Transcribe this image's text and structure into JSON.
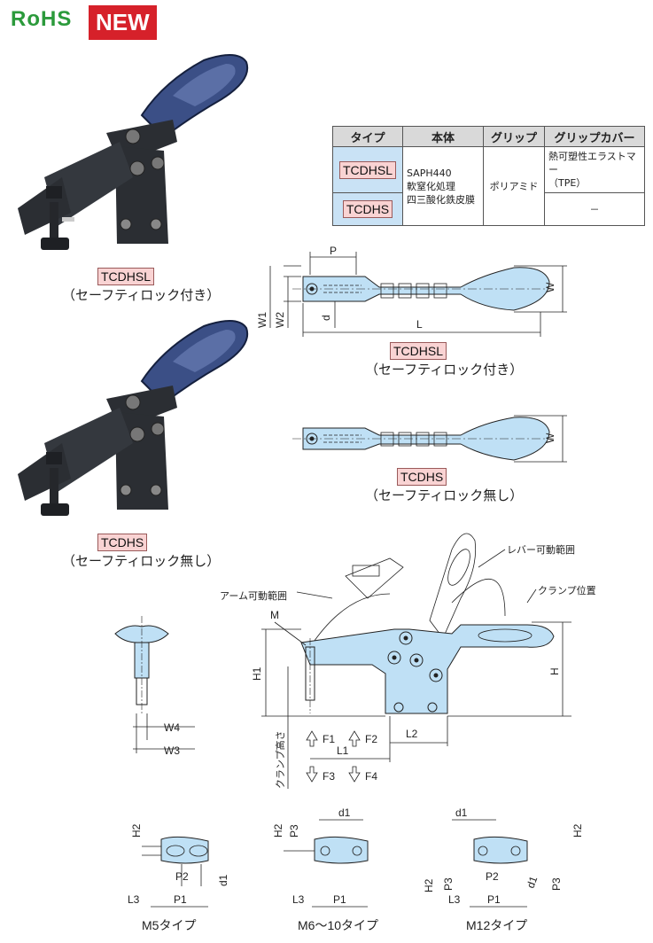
{
  "badges": {
    "rohs": "RoHS",
    "new": "NEW"
  },
  "photos": {
    "top": {
      "code": "TCDHSL",
      "caption": "（セーフティロック付き）"
    },
    "bottom": {
      "code": "TCDHS",
      "caption": "（セーフティロック無し）"
    }
  },
  "table": {
    "headers": [
      "タイプ",
      "本体",
      "グリップ",
      "グリップカバー"
    ],
    "types": [
      "TCDHSL",
      "TCDHS"
    ],
    "body_material": [
      "SAPH440",
      "軟窒化処理",
      "四三酸化鉄皮膜"
    ],
    "grip": "ポリアミド",
    "cover_l": [
      "熱可塑性エラストマー",
      "（TPE）"
    ],
    "cover_s": "－"
  },
  "top_view_l": {
    "code": "TCDHSL",
    "caption": "（セーフティロック付き）",
    "dims": {
      "p": "P",
      "w": "W",
      "w1": "W1",
      "w2": "W2",
      "d": "d",
      "l": "L"
    }
  },
  "top_view_s": {
    "code": "TCDHS",
    "caption": "（セーフティロック無し）",
    "dims": {
      "w": "W"
    }
  },
  "side_view": {
    "lever_range": "レバー可動範囲",
    "clamp_position": "クランプ位置",
    "arm_range": "アーム可動範囲",
    "m": "M",
    "h": "H",
    "h1": "H1",
    "l1": "L1",
    "l2": "L2",
    "f1": "F1",
    "f2": "F2",
    "f3": "F3",
    "f4": "F4",
    "clamp_height": "クランプ高さ"
  },
  "front_view": {
    "w4": "W4",
    "w3": "W3"
  },
  "base_types": [
    {
      "name": "M5タイプ",
      "labels": {
        "h2": "H2",
        "p2": "P2",
        "d1": "d1",
        "l3": "L3",
        "p1": "P1"
      }
    },
    {
      "name": "M6～10タイプ",
      "labels": {
        "h2": "H2",
        "p3": "P3",
        "d1": "d1",
        "l3": "L3",
        "p1": "P1"
      }
    },
    {
      "name": "M12タイプ",
      "labels": {
        "d1": "d1",
        "h2": "H2",
        "p3": "P3",
        "p2": "P2",
        "l3": "L3",
        "p1": "P1"
      }
    }
  ],
  "colors": {
    "part_fill": "#bfe0f5",
    "grip_fill": "#3b4f86",
    "clamp_body": "#2b2e33",
    "tag_fill": "#f9d3d3",
    "rohs_green": "#2b9a3b",
    "new_red": "#d6212a"
  }
}
